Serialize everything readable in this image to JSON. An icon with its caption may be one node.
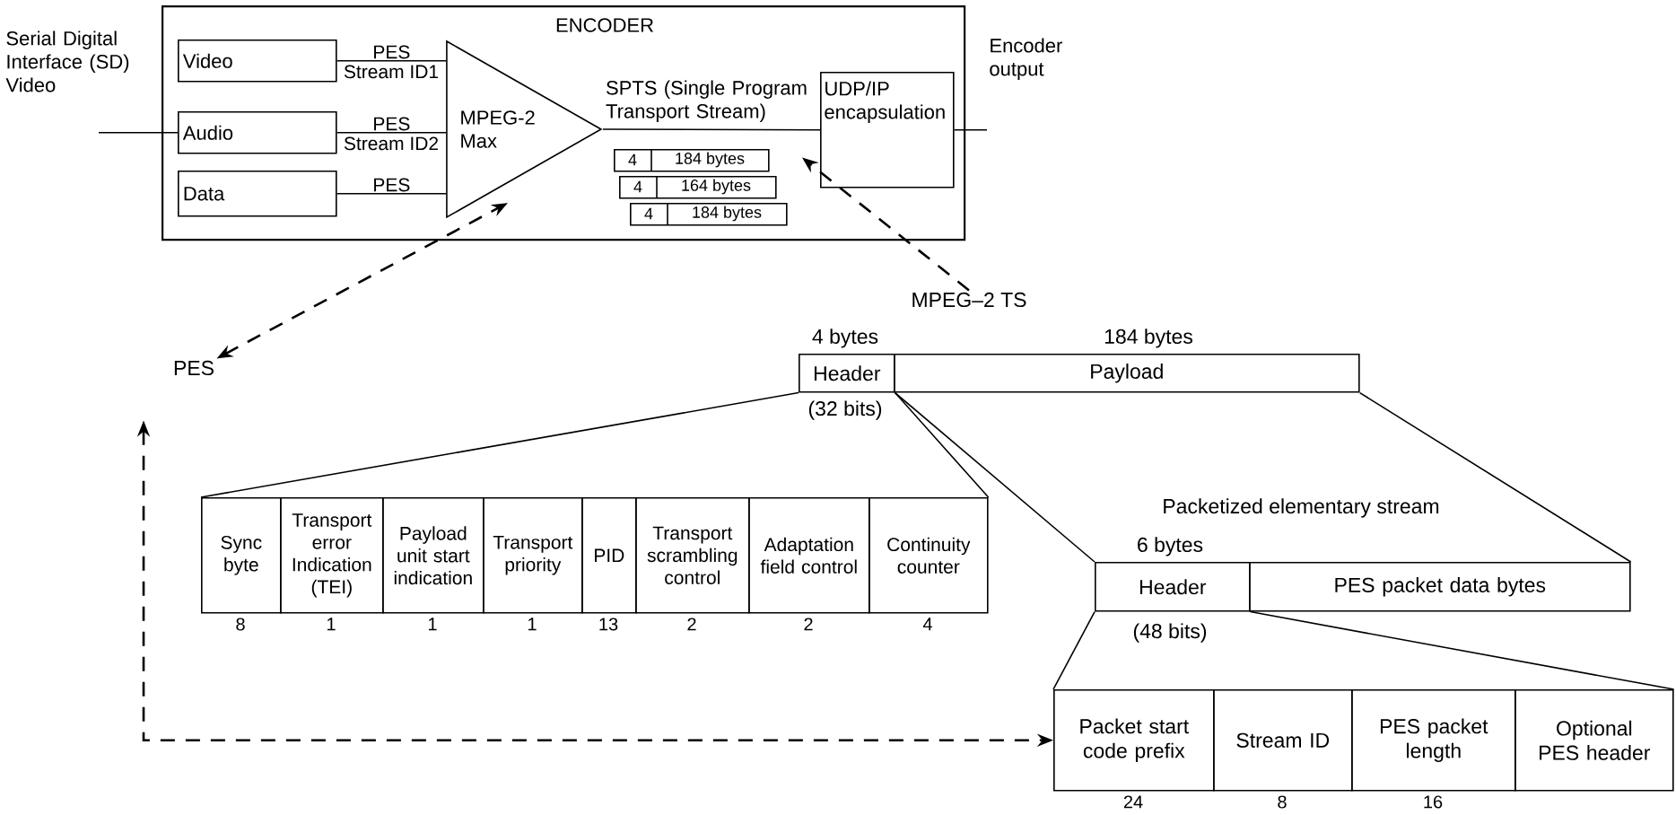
{
  "diagram": {
    "nodes": [
      {
        "text": [
          "ENCODER"
        ]
      },
      {
        "text": [
          "Video"
        ],
        "in": 0
      },
      {
        "text": [
          "Audio"
        ],
        "in": 0
      },
      {
        "text": [
          "Data"
        ],
        "in": 0
      },
      {
        "text": [
          "MPEG-2 Max"
        ],
        "in": 0
      },
      {
        "text": [
          "UDP/IP encapsulation"
        ],
        "in": 0
      },
      {
        "text": [
          "4",
          "184 bytes"
        ],
        "in": 0
      },
      {
        "text": [
          "4",
          "164 bytes"
        ],
        "in": 0
      },
      {
        "text": [
          "4",
          "184 bytes"
        ],
        "in": 0
      },
      {
        "text": [
          "Serial Digital Interface (SD) Video"
        ]
      },
      {
        "text": [
          "Encoder output"
        ]
      },
      {
        "text": [
          "PES"
        ]
      },
      {
        "text": [
          "MPEG–2 TS"
        ]
      },
      {
        "text": [
          "Header"
        ],
        "beside": [
          "4 bytes",
          "(32 bits)"
        ]
      },
      {
        "text": [
          "Payload"
        ],
        "beside": [
          "184 bytes"
        ]
      },
      {
        "text": [
          "Sync byte"
        ],
        "beside": [
          "8"
        ]
      },
      {
        "text": [
          "Transport error Indication (TEI)"
        ],
        "beside": [
          "1"
        ]
      },
      {
        "text": [
          "Payload unit start indication"
        ],
        "beside": [
          "1"
        ]
      },
      {
        "text": [
          "Transport priority"
        ],
        "beside": [
          "1"
        ]
      },
      {
        "text": [
          "PID"
        ],
        "beside": [
          "13"
        ]
      },
      {
        "text": [
          "Transport scrambling control"
        ],
        "beside": [
          "2"
        ]
      },
      {
        "text": [
          "Adaptation field control"
        ],
        "beside": [
          "2"
        ]
      },
      {
        "text": [
          "Continuity counter"
        ],
        "beside": [
          "4"
        ]
      },
      {
        "text": [
          "Header"
        ],
        "beside": [
          "6 bytes",
          "(48 bits)"
        ]
      },
      {
        "text": [
          "PES packet data bytes"
        ]
      },
      {
        "text": [
          "Packet start code prefix"
        ],
        "beside": [
          "24"
        ]
      },
      {
        "text": [
          "Stream ID"
        ],
        "beside": [
          "8"
        ]
      },
      {
        "text": [
          "PES packet length"
        ],
        "beside": [
          "16"
        ]
      },
      {
        "text": [
          "Optional PES header"
        ]
      }
    ],
    "edges": [
      {
        "from": 9,
        "to": 2,
        "arrow": "none"
      },
      {
        "from": 1,
        "to": 4,
        "arrow": "none",
        "label": "PES"
      },
      {
        "from": 2,
        "to": 4,
        "arrow": "none",
        "label": "PES"
      },
      {
        "from": 3,
        "to": 4,
        "arrow": "none",
        "label": "PES"
      },
      {
        "from": 4,
        "to": 5,
        "arrow": "none",
        "label": "SPTS (Single Program Transport Stream)"
      },
      {
        "from": 5,
        "to": 10,
        "arrow": "none"
      },
      {
        "from": 11,
        "to": 4,
        "arrow": "both",
        "style": "dashed"
      },
      {
        "from": 12,
        "to": 5,
        "arrow": "to",
        "style": "dashed"
      },
      {
        "from": 11,
        "to": 25,
        "arrow": "both",
        "style": "dashed"
      },
      {
        "from": 13,
        "to": 15,
        "arrow": "none"
      },
      {
        "from": 13,
        "to": 22,
        "arrow": "none"
      },
      {
        "from": 13,
        "to": 23,
        "arrow": "none"
      },
      {
        "from": 14,
        "to": 24,
        "arrow": "none"
      },
      {
        "from": 23,
        "to": 25,
        "arrow": "none"
      },
      {
        "from": 23,
        "to": 28,
        "arrow": "none"
      }
    ],
    "labels": [
      "Stream ID1",
      "Stream ID2",
      "Packetized elementary stream"
    ]
  }
}
